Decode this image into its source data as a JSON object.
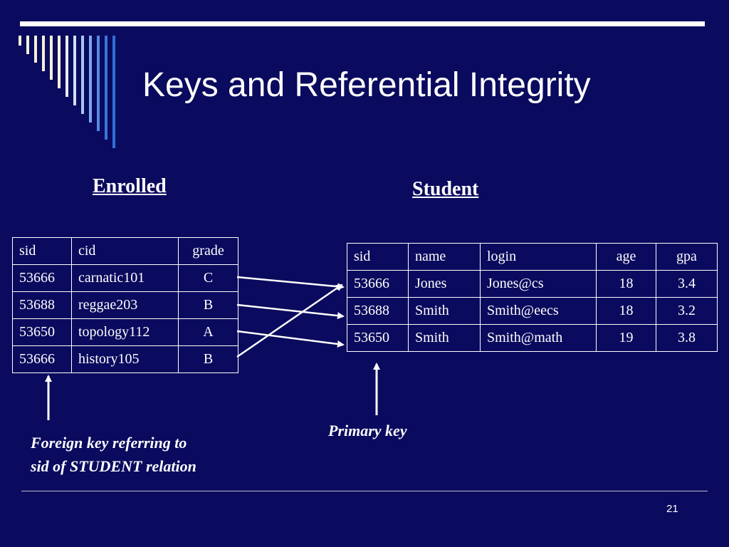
{
  "slide": {
    "title": "Keys and Referential Integrity",
    "page_number": "21",
    "accent_colors": {
      "background": "#0a0a5e",
      "stripe_light": "#f4f0d4",
      "stripe_blue": "#2f6fd6"
    }
  },
  "enrolled": {
    "caption": "Enrolled",
    "headers": [
      "sid",
      "cid",
      "grade"
    ],
    "rows": [
      [
        "53666",
        "carnatic101",
        "C"
      ],
      [
        "53688",
        "reggae203",
        "B"
      ],
      [
        "53650",
        "topology112",
        "A"
      ],
      [
        "53666",
        "history105",
        "B"
      ]
    ]
  },
  "student": {
    "caption": "Student",
    "headers": [
      "sid",
      "name",
      "login",
      "age",
      "gpa"
    ],
    "rows": [
      [
        "53666",
        "Jones",
        "Jones@cs",
        "18",
        "3.4"
      ],
      [
        "53688",
        "Smith",
        "Smith@eecs",
        "18",
        "3.2"
      ],
      [
        "53650",
        "Smith",
        "Smith@math",
        "19",
        "3.8"
      ]
    ]
  },
  "annotations": {
    "foreign_key_line1": "Foreign key referring to",
    "foreign_key_line2": "sid of STUDENT relation",
    "primary_key": "Primary key"
  }
}
